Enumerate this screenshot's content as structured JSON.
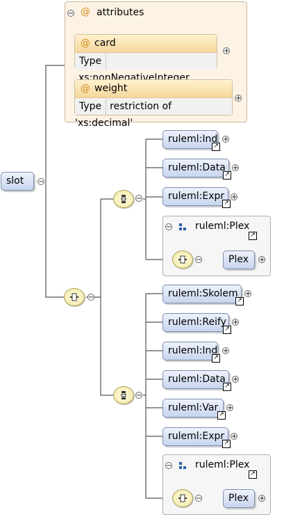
{
  "root": {
    "label": "slot"
  },
  "attributes": {
    "title": "attributes",
    "items": [
      {
        "name": "card",
        "type_label": "Type",
        "type_value": "xs:nonNegativeInteger"
      },
      {
        "name": "weight",
        "type_label": "Type",
        "type_value": "restriction of 'xs:decimal'"
      }
    ]
  },
  "choice1": {
    "items": [
      "ruleml:Ind",
      "ruleml:Data",
      "ruleml:Expr"
    ],
    "plex_group": {
      "title": "ruleml:Plex",
      "child": "Plex"
    }
  },
  "choice2": {
    "items": [
      "ruleml:Skolem",
      "ruleml:Reify",
      "ruleml:Ind",
      "ruleml:Data",
      "ruleml:Var",
      "ruleml:Expr"
    ],
    "plex_group": {
      "title": "ruleml:Plex",
      "child": "Plex"
    }
  },
  "symbols": {
    "at": "@",
    "plus": "+",
    "minus": "−",
    "ref": "↗"
  },
  "colors": {
    "element_fill": "#c8d5ef",
    "attr_fill": "#fdf3e4",
    "compositor_fill": "#f2e7a2"
  }
}
